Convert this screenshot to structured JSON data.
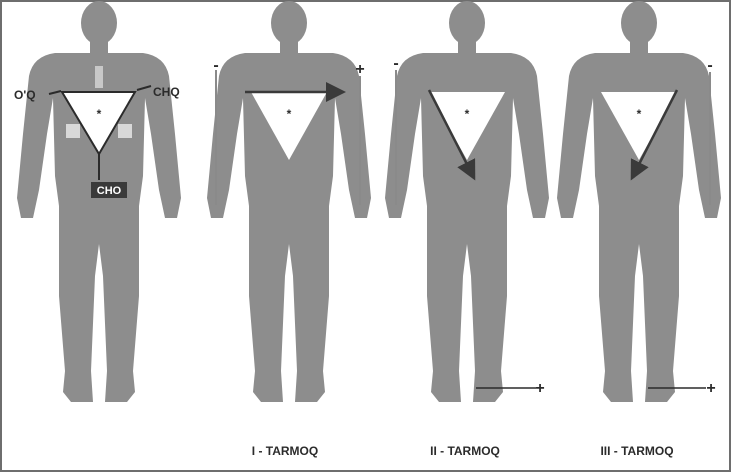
{
  "colors": {
    "background": "#ffffff",
    "frame": "#6e6e6e",
    "body": "#8d8d8d",
    "triangle": "#ffffff",
    "arrow": "#3a3a3a",
    "axis_line": "#8a8a8a",
    "label": "#2b2b2b",
    "electrode_pad": "#d8d8d8"
  },
  "electrodes": {
    "right_arm": "O'Q",
    "left_arm": "CHQ",
    "left_leg": "CHO"
  },
  "triangle_center_mark": "*",
  "polarity": {
    "minus": "-",
    "plus": "+"
  },
  "leads": [
    {
      "label": "I - TARMOQ"
    },
    {
      "label": "II - TARMOQ"
    },
    {
      "label": "III - TARMOQ"
    }
  ]
}
